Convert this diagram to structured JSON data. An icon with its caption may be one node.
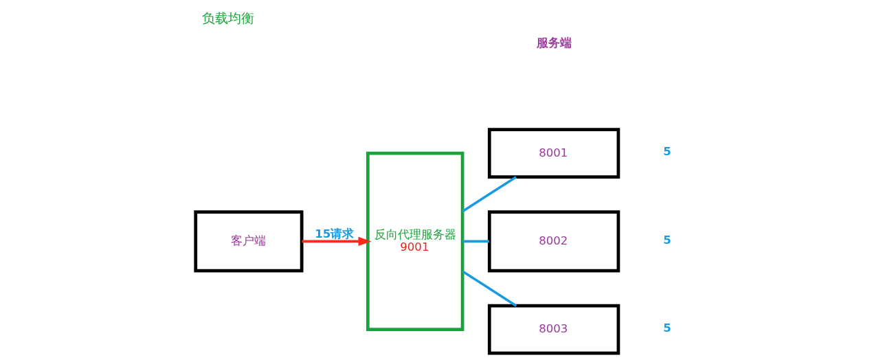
{
  "diagram": {
    "title": "负载均衡",
    "nodes": [
      {
        "text": [
          "客户端"
        ]
      },
      {
        "text": [
          "反向代理服务器",
          "9001"
        ]
      },
      {
        "text": [
          "8001"
        ],
        "beside": [
          "5"
        ]
      },
      {
        "text": [
          "8002"
        ],
        "beside": [
          "5"
        ]
      },
      {
        "text": [
          "8003"
        ],
        "beside": [
          "5"
        ]
      }
    ],
    "edges": [
      {
        "from": 0,
        "to": 1,
        "arrow": "to",
        "label": "15请求",
        "color": "#ff2a1a"
      },
      {
        "from": 1,
        "to": 2,
        "arrow": "none"
      },
      {
        "from": 1,
        "to": 3,
        "arrow": "none"
      },
      {
        "from": 1,
        "to": 4,
        "arrow": "none"
      }
    ],
    "labels": [
      "服务端"
    ]
  }
}
